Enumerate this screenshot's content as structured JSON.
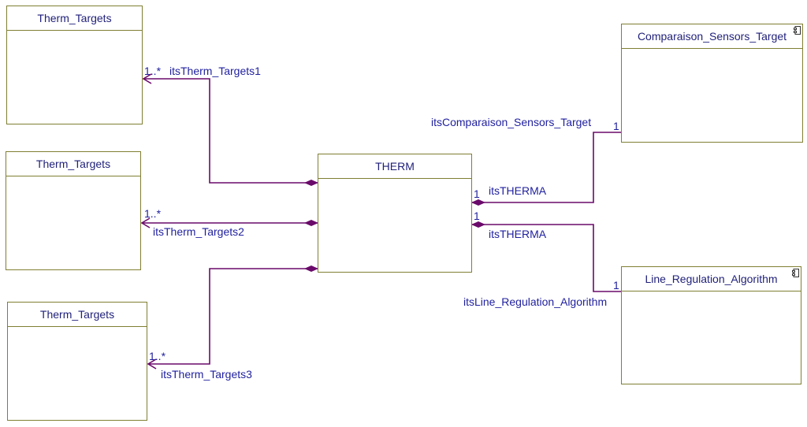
{
  "classes": {
    "therm_targets_1": "Therm_Targets",
    "therm_targets_2": "Therm_Targets",
    "therm_targets_3": "Therm_Targets",
    "therm": "THERM",
    "comparaison": "Comparaison_Sensors_Target",
    "line_regulation": "Line_Regulation_Algorithm"
  },
  "associations": {
    "a1": {
      "role": "itsTherm_Targets1",
      "multiplicity": "1..*"
    },
    "a2": {
      "role": "itsTherm_Targets2",
      "multiplicity": "1..*"
    },
    "a3": {
      "role": "itsTherm_Targets3",
      "multiplicity": "1..*"
    },
    "a4": {
      "source_role": "itsTHERMA",
      "source_mult": "1",
      "target_role": "itsComparaison_Sensors_Target",
      "target_mult": "1"
    },
    "a5": {
      "source_role": "itsTHERMA",
      "source_mult": "1",
      "target_role": "itsLine_Regulation_Algorithm",
      "target_mult": "1"
    }
  },
  "colors": {
    "class_border": "#7f7f33",
    "class_text": "#1f1f7a",
    "association_line": "#6a0a6a",
    "label_text": "#1f1f9f"
  },
  "icons": {
    "class_corner": "component-icon"
  }
}
